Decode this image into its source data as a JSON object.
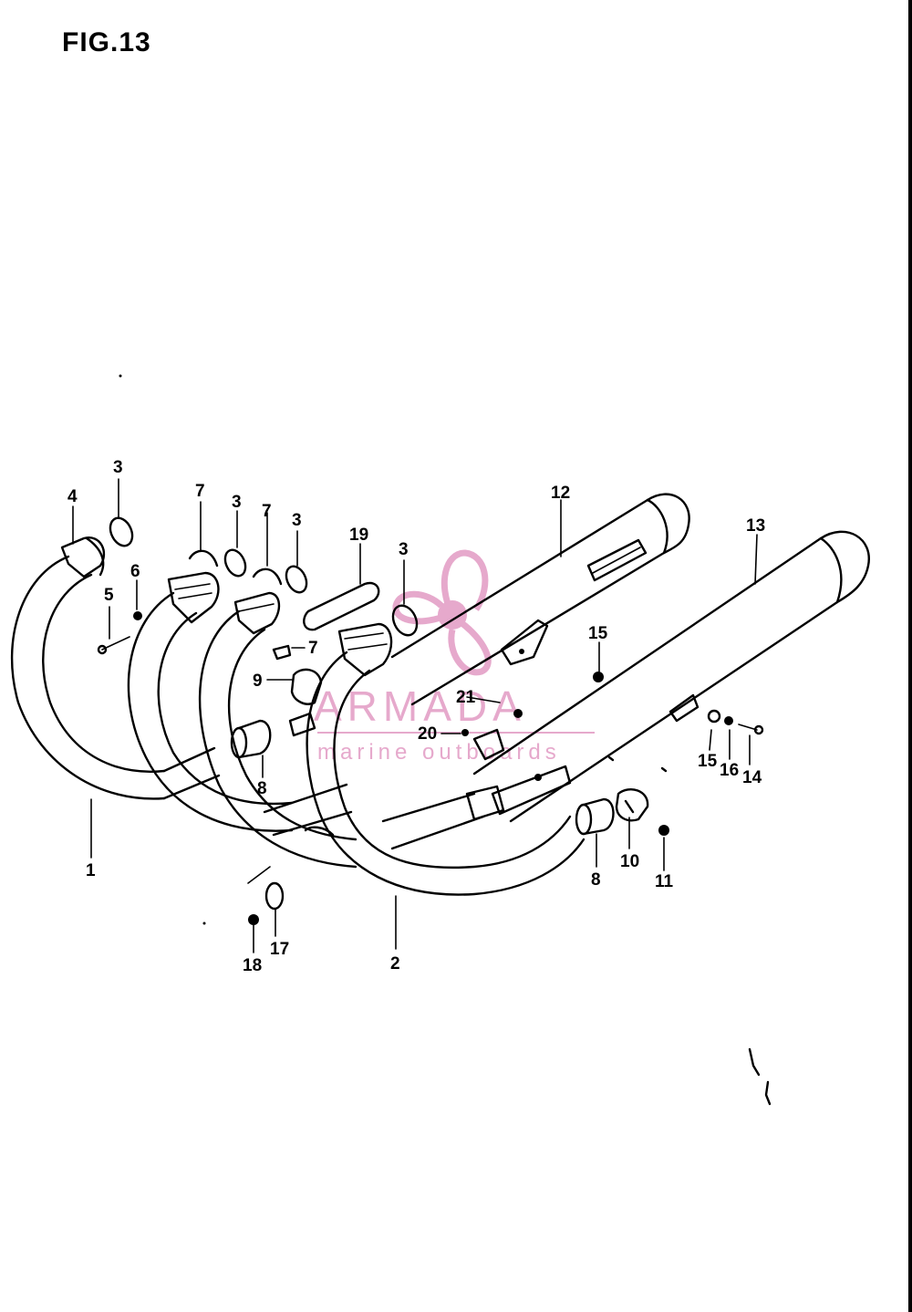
{
  "figure": {
    "title": "FIG.13"
  },
  "watermark": {
    "brand": "ARMADA",
    "tagline": "marine outboards",
    "color": "#e6a9cc"
  },
  "callouts": [
    {
      "id": "c1",
      "text": "1"
    },
    {
      "id": "c2",
      "text": "2"
    },
    {
      "id": "c3a",
      "text": "3"
    },
    {
      "id": "c3b",
      "text": "3"
    },
    {
      "id": "c3c",
      "text": "3"
    },
    {
      "id": "c3d",
      "text": "3"
    },
    {
      "id": "c4",
      "text": "4"
    },
    {
      "id": "c5",
      "text": "5"
    },
    {
      "id": "c6",
      "text": "6"
    },
    {
      "id": "c7a",
      "text": "7"
    },
    {
      "id": "c7b",
      "text": "7"
    },
    {
      "id": "c7c",
      "text": "7"
    },
    {
      "id": "c8a",
      "text": "8"
    },
    {
      "id": "c8b",
      "text": "8"
    },
    {
      "id": "c9",
      "text": "9"
    },
    {
      "id": "c10",
      "text": "10"
    },
    {
      "id": "c11",
      "text": "11"
    },
    {
      "id": "c12",
      "text": "12"
    },
    {
      "id": "c13",
      "text": "13"
    },
    {
      "id": "c14",
      "text": "14"
    },
    {
      "id": "c15a",
      "text": "15"
    },
    {
      "id": "c15b",
      "text": "15"
    },
    {
      "id": "c16",
      "text": "16"
    },
    {
      "id": "c17",
      "text": "17"
    },
    {
      "id": "c18",
      "text": "18"
    },
    {
      "id": "c19",
      "text": "19"
    },
    {
      "id": "c20",
      "text": "20"
    },
    {
      "id": "c21",
      "text": "21"
    }
  ]
}
